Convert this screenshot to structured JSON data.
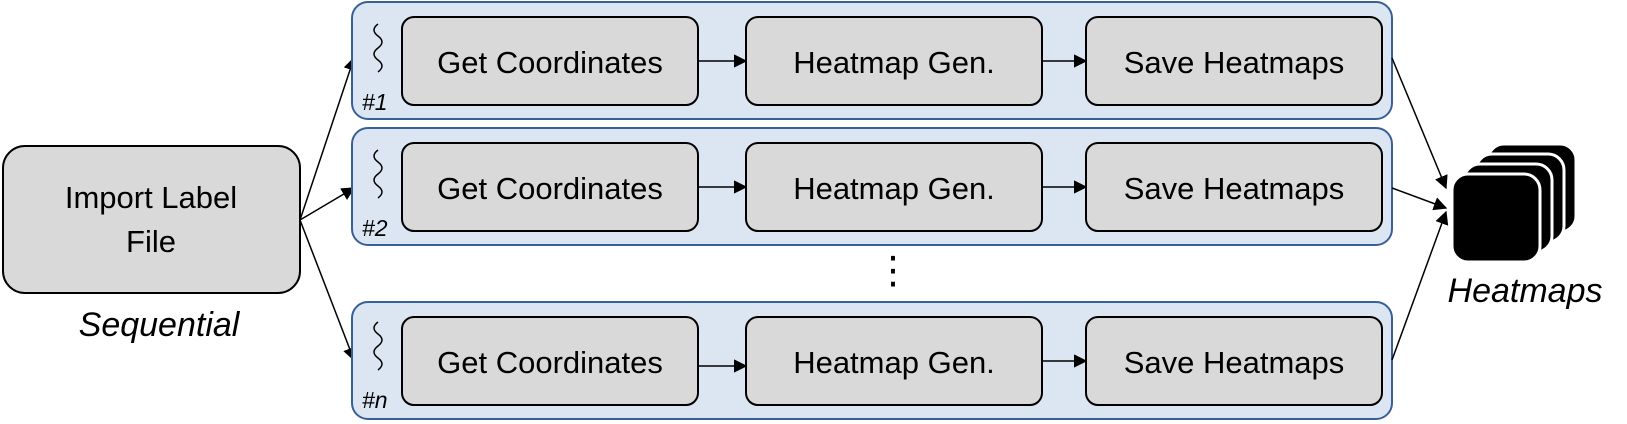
{
  "source": {
    "label_line1": "Import Label",
    "label_line2": "File",
    "caption": "Sequential"
  },
  "lanes": [
    {
      "id": "#1",
      "steps": [
        "Get Coordinates",
        "Heatmap Gen.",
        "Save Heatmaps"
      ]
    },
    {
      "id": "#2",
      "steps": [
        "Get Coordinates",
        "Heatmap Gen.",
        "Save Heatmaps"
      ]
    },
    {
      "id": "#n",
      "steps": [
        "Get Coordinates",
        "Heatmap Gen.",
        "Save Heatmaps"
      ]
    }
  ],
  "ellipsis": "⋮",
  "output": {
    "caption": "Heatmaps",
    "icon": "stacked-heatmaps-icon"
  },
  "colors": {
    "lane_fill": "#dce6f2",
    "lane_stroke": "#3a5f97",
    "box_fill": "#d9d9d9",
    "box_stroke": "#000000"
  }
}
